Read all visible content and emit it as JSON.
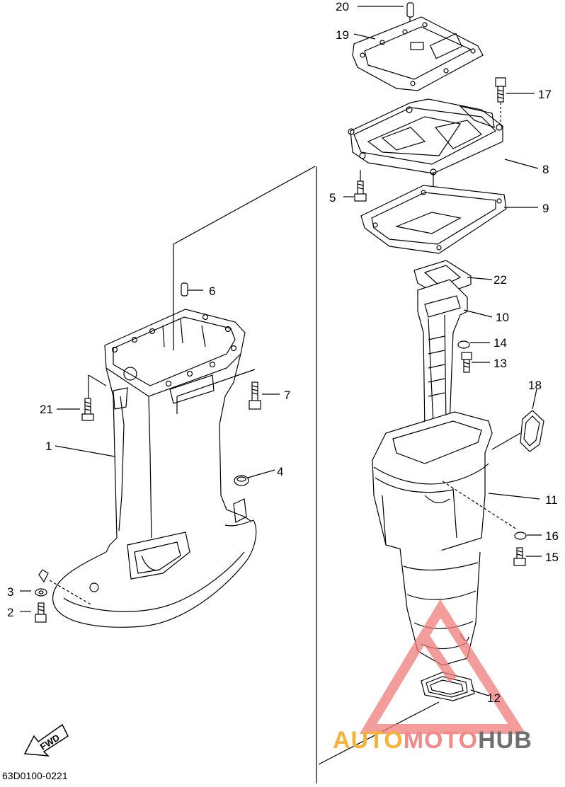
{
  "diagram": {
    "drawing_code": "63D0100-0221",
    "direction_label": "FWD",
    "watermark": {
      "part1": "AUTO",
      "part2": "MOTO",
      "part3": "HUB",
      "color1": "#f6b33a",
      "color2": "#f28a8a",
      "color3": "#6f6f6f"
    },
    "callouts": [
      "1",
      "2",
      "3",
      "4",
      "5",
      "6",
      "7",
      "8",
      "9",
      "10",
      "11",
      "12",
      "13",
      "14",
      "15",
      "16",
      "17",
      "18",
      "19",
      "20",
      "21",
      "22"
    ]
  }
}
